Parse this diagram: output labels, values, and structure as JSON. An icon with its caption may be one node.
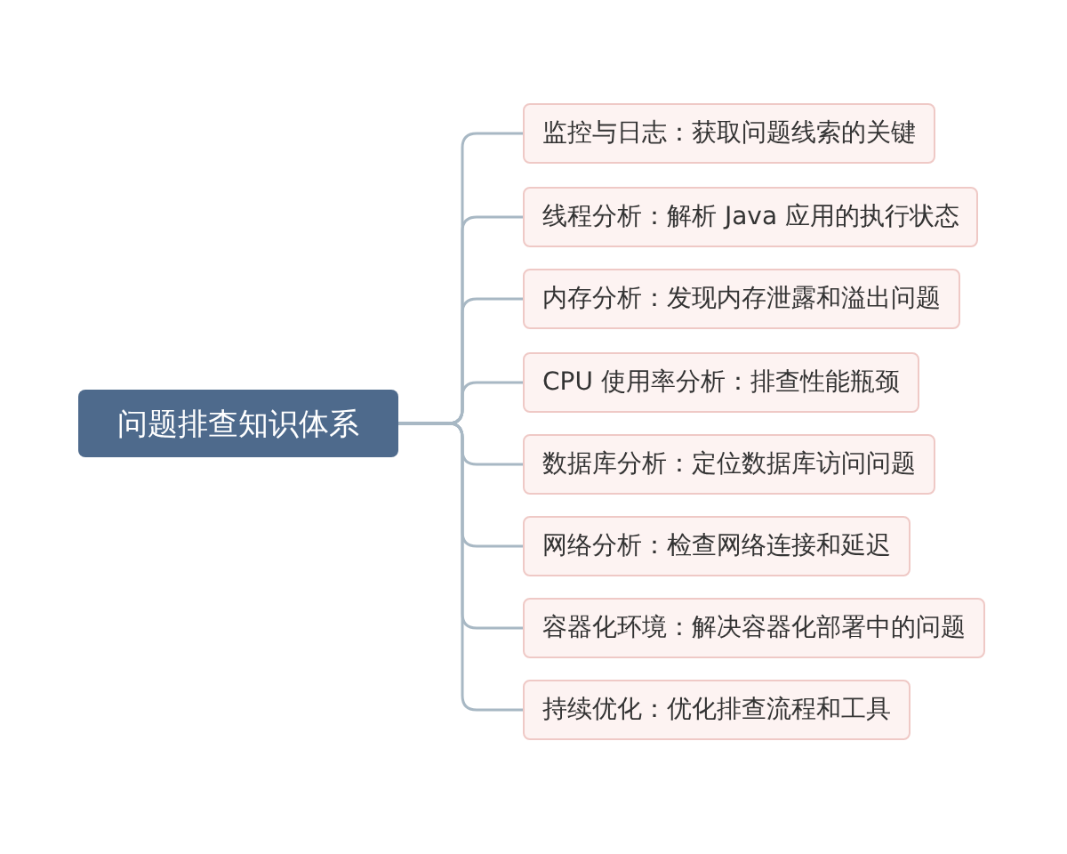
{
  "diagram": {
    "nodes": [
      {
        "text": [
          "问题排查知识体系"
        ]
      },
      {
        "text": [
          "监控与日志：获取问题线索的关键"
        ]
      },
      {
        "text": [
          "线程分析：解析 Java 应用的执行状态"
        ]
      },
      {
        "text": [
          "内存分析：发现内存泄露和溢出问题"
        ]
      },
      {
        "text": [
          "CPU 使用率分析：排查性能瓶颈"
        ]
      },
      {
        "text": [
          "数据库分析：定位数据库访问问题"
        ]
      },
      {
        "text": [
          "网络分析：检查网络连接和延迟"
        ]
      },
      {
        "text": [
          "容器化环境：解决容器化部署中的问题"
        ]
      },
      {
        "text": [
          "持续优化：优化排查流程和工具"
        ]
      }
    ],
    "edges": [
      {
        "from": 0,
        "to": 1,
        "arrow": "none"
      },
      {
        "from": 0,
        "to": 2,
        "arrow": "none"
      },
      {
        "from": 0,
        "to": 3,
        "arrow": "none"
      },
      {
        "from": 0,
        "to": 4,
        "arrow": "none"
      },
      {
        "from": 0,
        "to": 5,
        "arrow": "none"
      },
      {
        "from": 0,
        "to": 6,
        "arrow": "none"
      },
      {
        "from": 0,
        "to": 7,
        "arrow": "none"
      },
      {
        "from": 0,
        "to": 8,
        "arrow": "none"
      }
    ]
  }
}
